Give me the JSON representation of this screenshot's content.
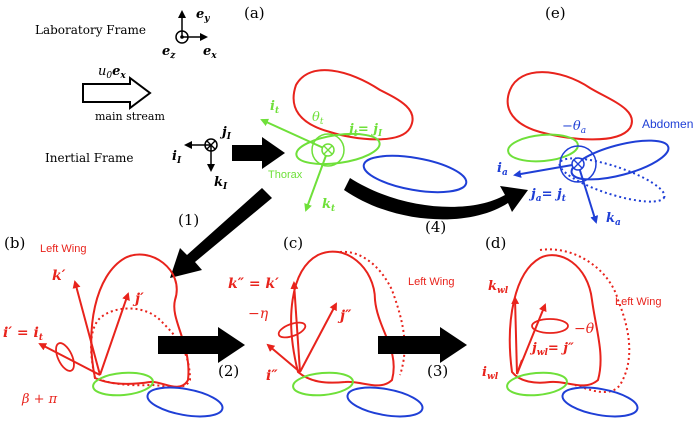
{
  "colors": {
    "red": "#e8231c",
    "green": "#6fe03a",
    "blue": "#1f3fd6",
    "black": "#000000"
  },
  "panels": {
    "a": "(a)",
    "b": "(b)",
    "c": "(c)",
    "d": "(d)",
    "e": "(e)"
  },
  "steps": {
    "s1": "(1)",
    "s2": "(2)",
    "s3": "(3)",
    "s4": "(4)"
  },
  "frames": {
    "lab": "Laboratory Frame",
    "inertial": "Inertial Frame",
    "stream_label": "main stream",
    "u0": "u",
    "u0_sub": "0",
    "ex": "e",
    "ex_sub": "x",
    "ey": "e",
    "ey_sub": "y",
    "ez": "e",
    "ez_sub": "z"
  },
  "labels": {
    "thorax": "Thorax",
    "abdomen": "Abdomen",
    "left_wing_b": "Left Wing",
    "left_wing_c": "Left Wing",
    "left_wing_d": "Left Wing"
  },
  "vectors": {
    "iI": "i",
    "iI_sub": "I",
    "jI": "j",
    "jI_sub": "I",
    "kI": "k",
    "kI_sub": "I",
    "it": "i",
    "it_sub": "t",
    "kt": "k",
    "kt_sub": "t",
    "theta_t": "θ",
    "theta_t_sub": "t",
    "jt_eq": "j",
    "jt_eq_sub": "t",
    "jt_eq_rhs": "= j",
    "jt_eq_rhs_sub": "I",
    "ia": "i",
    "ia_sub": "a",
    "ka": "k",
    "ka_sub": "a",
    "ja_eq": "j",
    "ja_eq_sub": "a",
    "ja_eq_rhs": "= j",
    "ja_eq_rhs_sub": "t",
    "theta_a": "−θ",
    "theta_a_sub": "a",
    "b_kp": "k′",
    "b_jp": "j′",
    "b_ip": "i′ = i",
    "b_ip_sub": "t",
    "b_beta": "β + π",
    "c_kpp": "k″ = k′",
    "c_eta": "−η",
    "c_jpp": "j″",
    "c_ipp": "i″",
    "d_kwl": "k",
    "d_kwl_sub": "wl",
    "d_theta": "−θ",
    "d_jwl": "j",
    "d_jwl_sub": "wl",
    "d_jwl_rhs": "= j″",
    "d_iwl": "i",
    "d_iwl_sub": "wl"
  }
}
